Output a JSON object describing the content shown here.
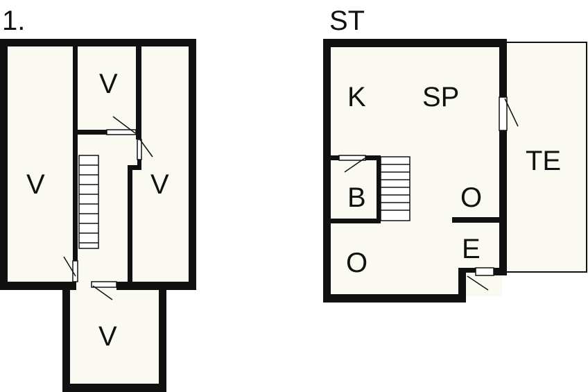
{
  "colors": {
    "wall": "#111111",
    "floor_fill": "#fafaf2",
    "terrace_fill": "#fafaf2"
  },
  "plans": [
    {
      "floor_label": "1.",
      "rooms": [
        {
          "label": "V"
        },
        {
          "label": "V"
        },
        {
          "label": "V"
        },
        {
          "label": "V"
        }
      ]
    },
    {
      "floor_label": "ST",
      "rooms": [
        {
          "label": "K"
        },
        {
          "label": "SP"
        },
        {
          "label": "TE"
        },
        {
          "label": "B"
        },
        {
          "label": "O"
        },
        {
          "label": "O"
        },
        {
          "label": "E"
        }
      ]
    }
  ]
}
